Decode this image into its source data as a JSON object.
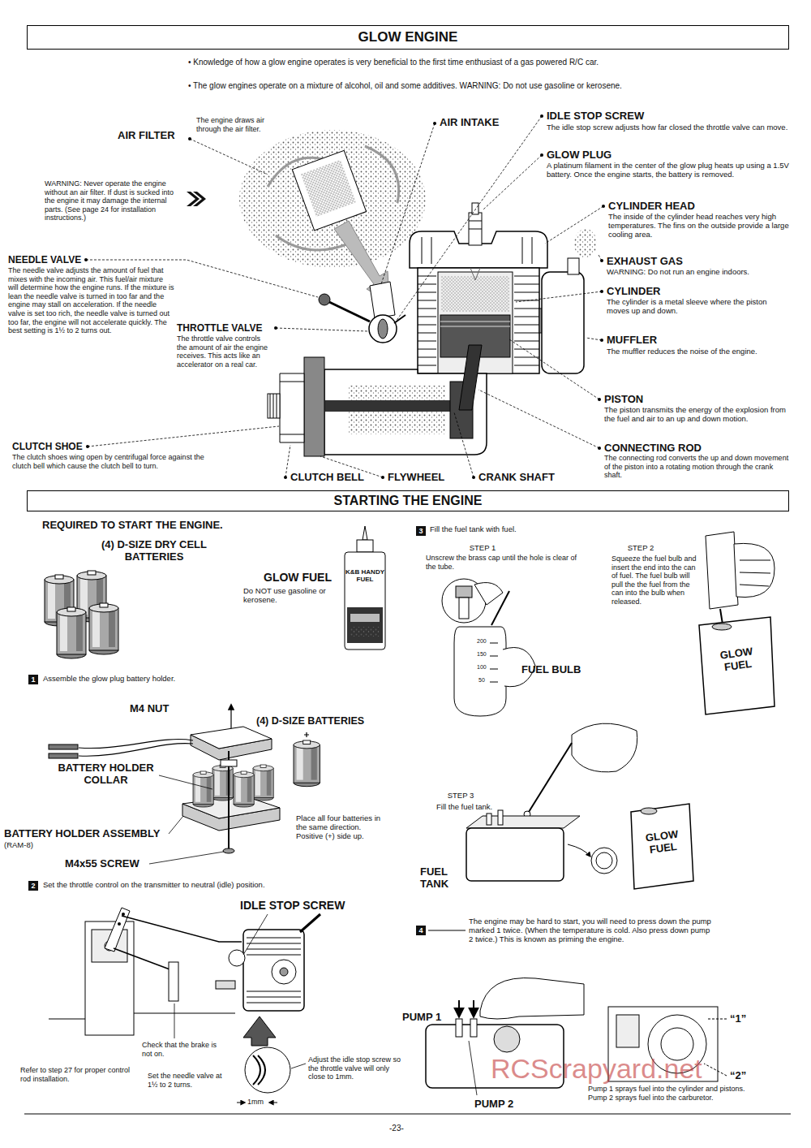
{
  "diagram": {
    "nodes": [
      {
        "text": [
          "GLOW ENGINE"
        ]
      },
      {
        "text": [
          "STARTING THE ENGINE"
        ]
      },
      {
        "text": [
          "1"
        ]
      },
      {
        "text": [
          "2"
        ]
      },
      {
        "text": [
          "3"
        ]
      },
      {
        "text": [
          "4"
        ]
      }
    ],
    "labels": [
      "• Knowledge of how a glow engine operates is very beneficial to the first time enthusiast of a gas powered R/C car.",
      "• The glow engines operate on a mixture of alcohol, oil and some additives. WARNING: Do not use gasoline or kerosene.",
      "AIR FILTER",
      "The engine draws air through the air filter.",
      "AIR INTAKE",
      "IDLE STOP SCREW",
      "The idle stop screw adjusts how far closed the throttle valve can move.",
      "GLOW PLUG",
      "A platinum filament in the center of the glow plug heats up using a 1.5V battery. Once the engine starts, the battery is removed.",
      "CYLINDER HEAD",
      "The inside of the cylinder head reaches very high temperatures. The fins on the outside provide a large cooling area.",
      "EXHAUST GAS",
      "WARNING: Do not run an engine indoors.",
      "CYLINDER",
      "The cylinder is a metal sleeve where the piston moves up and down.",
      "MUFFLER",
      "The muffler reduces the noise of the engine.",
      "PISTON",
      "The piston transmits the energy of the explosion from the fuel and air to an up and down motion.",
      "CONNECTING ROD",
      "The connecting rod converts the up and down movement of the piston into a rotating motion through the crank shaft.",
      "WARNING: Never operate the engine without an air filter. If dust is sucked into the engine it may damage the internal parts. (See page 24 for installation instructions.)",
      "NEEDLE VALVE",
      "The needle valve adjusts the amount of fuel that mixes with the incoming air. This fuel/air mixture will determine how the engine runs. If the mixture is lean the needle valve is turned in too far and the engine may stall on acceleration. If the needle valve is set too rich, the needle valve is turned out too far, the engine will not accelerate quickly. The best setting is 1½ to 2 turns out.",
      "THROTTLE VALVE",
      "The throttle valve controls the amount of air the engine receives. This acts like an accelerator on a real car.",
      "CLUTCH SHOE",
      "The clutch shoes wing open by centrifugal force against the clutch bell which cause the clutch bell to turn.",
      "CLUTCH BELL",
      "FLYWHEEL",
      "CRANK SHAFT",
      "REQUIRED TO START THE ENGINE.",
      "(4) D-SIZE DRY CELL BATTERIES",
      "GLOW FUEL",
      "Do NOT use gasoline or kerosene.",
      "K&B HANDY FUEL",
      "Assemble the glow plug battery holder.",
      "M4 NUT",
      "(4) D-SIZE BATTERIES",
      "BATTERY HOLDER COLLAR",
      "Place all four batteries in the same direction. Positive (+) side up.",
      "BATTERY HOLDER ASSEMBLY",
      "(RAM-8)",
      "M4x55 SCREW",
      "Set the throttle control on the transmitter to neutral (idle) position.",
      "IDLE STOP SCREW",
      "Check that the brake is not on.",
      "Refer to step 27 for proper control rod installation.",
      "Set the needle valve at 1½ to 2 turns.",
      "Adjust the idle stop screw so the throttle valve will only close to 1mm.",
      "1mm",
      "Fill the fuel tank with fuel.",
      "STEP 1",
      "Unscrew the brass cap until the hole is clear of the tube.",
      "STEP 2",
      "Squeeze the fuel bulb and insert the end into the can of fuel. The fuel bulb will pull the the fuel from the can into the bulb when released.",
      "FUEL BULB",
      "200",
      "150",
      "100",
      "50",
      "GLOW FUEL",
      "STEP 3",
      "Fill the fuel tank.",
      "GLOW FUEL",
      "FUEL TANK",
      "The engine may be hard to start, you will need to press down the pump marked 1 twice. (When the temperature is cold. Also press down pump 2 twice.) This is known as priming the engine.",
      "PUMP 1",
      "PUMP 2",
      "“1”",
      "“2”",
      "Pump 1 sprays fuel into the cylinder and pistons. Pump 2 sprays fuel into the carburetor.",
      "-23-",
      "RCScrapyard.net"
    ]
  }
}
